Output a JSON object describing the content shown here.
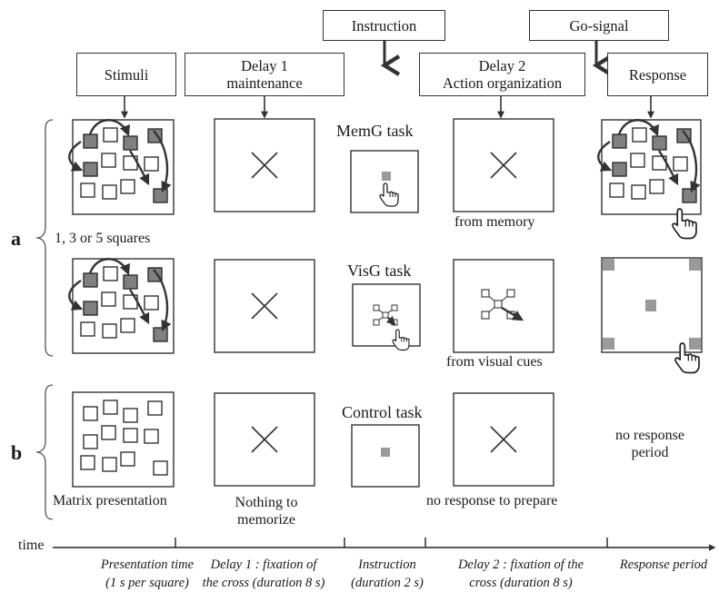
{
  "headers": {
    "stimuli": "Stimuli",
    "delay1_line1": "Delay 1",
    "delay1_line2": "maintenance",
    "instruction": "Instruction",
    "delay2_line1": "Delay 2",
    "delay2_line2": "Action organization",
    "go_signal": "Go-signal",
    "response": "Response"
  },
  "tasks": {
    "memg": "MemG task",
    "visg": "VisG task",
    "control": "Control task"
  },
  "rows": {
    "a": "a",
    "b": "b",
    "squares_note": "1, 3 or 5 squares",
    "from_memory": "from memory",
    "from_visual_cues": "from visual cues",
    "matrix_presentation": "Matrix presentation",
    "nothing_line1": "Nothing to",
    "nothing_line2": "memorize",
    "no_response_to_prepare": "no response to prepare",
    "no_response_line1": "no response",
    "no_response_line2": "period"
  },
  "timeline": {
    "label": "time",
    "periods": [
      {
        "line1": "Presentation time",
        "line2": "(1 s per square)"
      },
      {
        "line1": "Delay 1 : fixation of",
        "line2": "the cross (duration 8 s)"
      },
      {
        "line1": "Instruction",
        "line2": "(duration 2 s)"
      },
      {
        "line1": "Delay 2 : fixation of the",
        "line2": "cross (duration 8 s)"
      },
      {
        "line1": "Response period",
        "line2": ""
      }
    ]
  },
  "colors": {
    "line": "#333333",
    "filled_square": "#808080",
    "cue_square": "#9a9a9a",
    "background": "#ffffff"
  }
}
